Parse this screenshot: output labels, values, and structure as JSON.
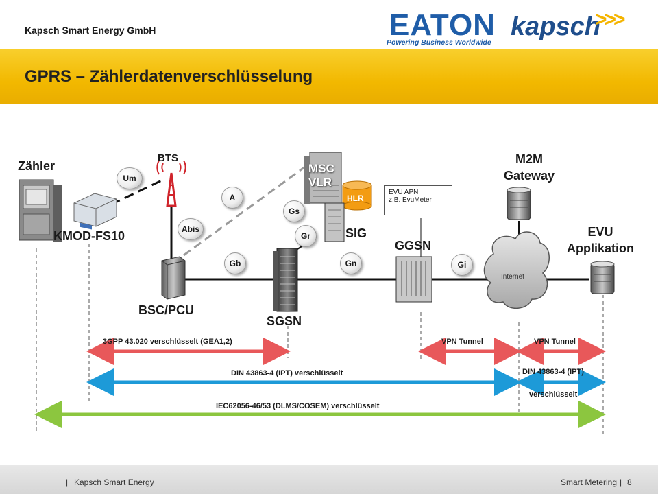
{
  "header": {
    "company": "Kapsch Smart Energy GmbH",
    "eaton_logo": "EATON",
    "eaton_tagline": "Powering Business Worldwide",
    "kapsch_logo": "kapsch",
    "kapsch_chevrons": ">>>",
    "title": "GPRS – Zählerdatenverschlüsselung"
  },
  "nodes": {
    "zaehler": "Zähler",
    "kmod": "KMOD-FS10",
    "bts": "BTS",
    "bsc": "BSC/PCU",
    "sgsn": "SGSN",
    "msc_line1": "MSC",
    "msc_line2": "VLR",
    "hlr": "HLR",
    "sig": "SIG",
    "ggsn": "GGSN",
    "m2m_line1": "M2M",
    "m2m_line2": "Gateway",
    "evu_line1": "EVU",
    "evu_line2": "Applikation",
    "internet": "Internet"
  },
  "interfaces": {
    "um": "Um",
    "abis": "Abis",
    "a": "A",
    "gs": "Gs",
    "gr": "Gr",
    "gb": "Gb",
    "gn": "Gn",
    "gi": "Gi"
  },
  "apn_box": {
    "line1": "EVU APN",
    "line2": "z.B. EvuMeter"
  },
  "ranges": {
    "gea": "3GPP 43.020 verschlüsselt (GEA1,2)",
    "vpn1": "VPN Tunnel",
    "vpn2": "VPN Tunnel",
    "din_main": "DIN 43863-4 (IPT) verschlüsselt",
    "din_right_line1": "DIN 43863-4 (IPT)",
    "din_right_line2": "verschlüsselt",
    "iec": "IEC62056-46/53 (DLMS/COSEM) verschlüsselt"
  },
  "colors": {
    "title_band": "#f2b800",
    "red_arrow": "#e8585a",
    "blue_arrow": "#1d9ad8",
    "green_arrow": "#8cc63f",
    "hlr": "#f39c12"
  },
  "footer": {
    "separator": "|",
    "left": "Kapsch Smart Energy",
    "right": "Smart Metering",
    "page": "8"
  }
}
